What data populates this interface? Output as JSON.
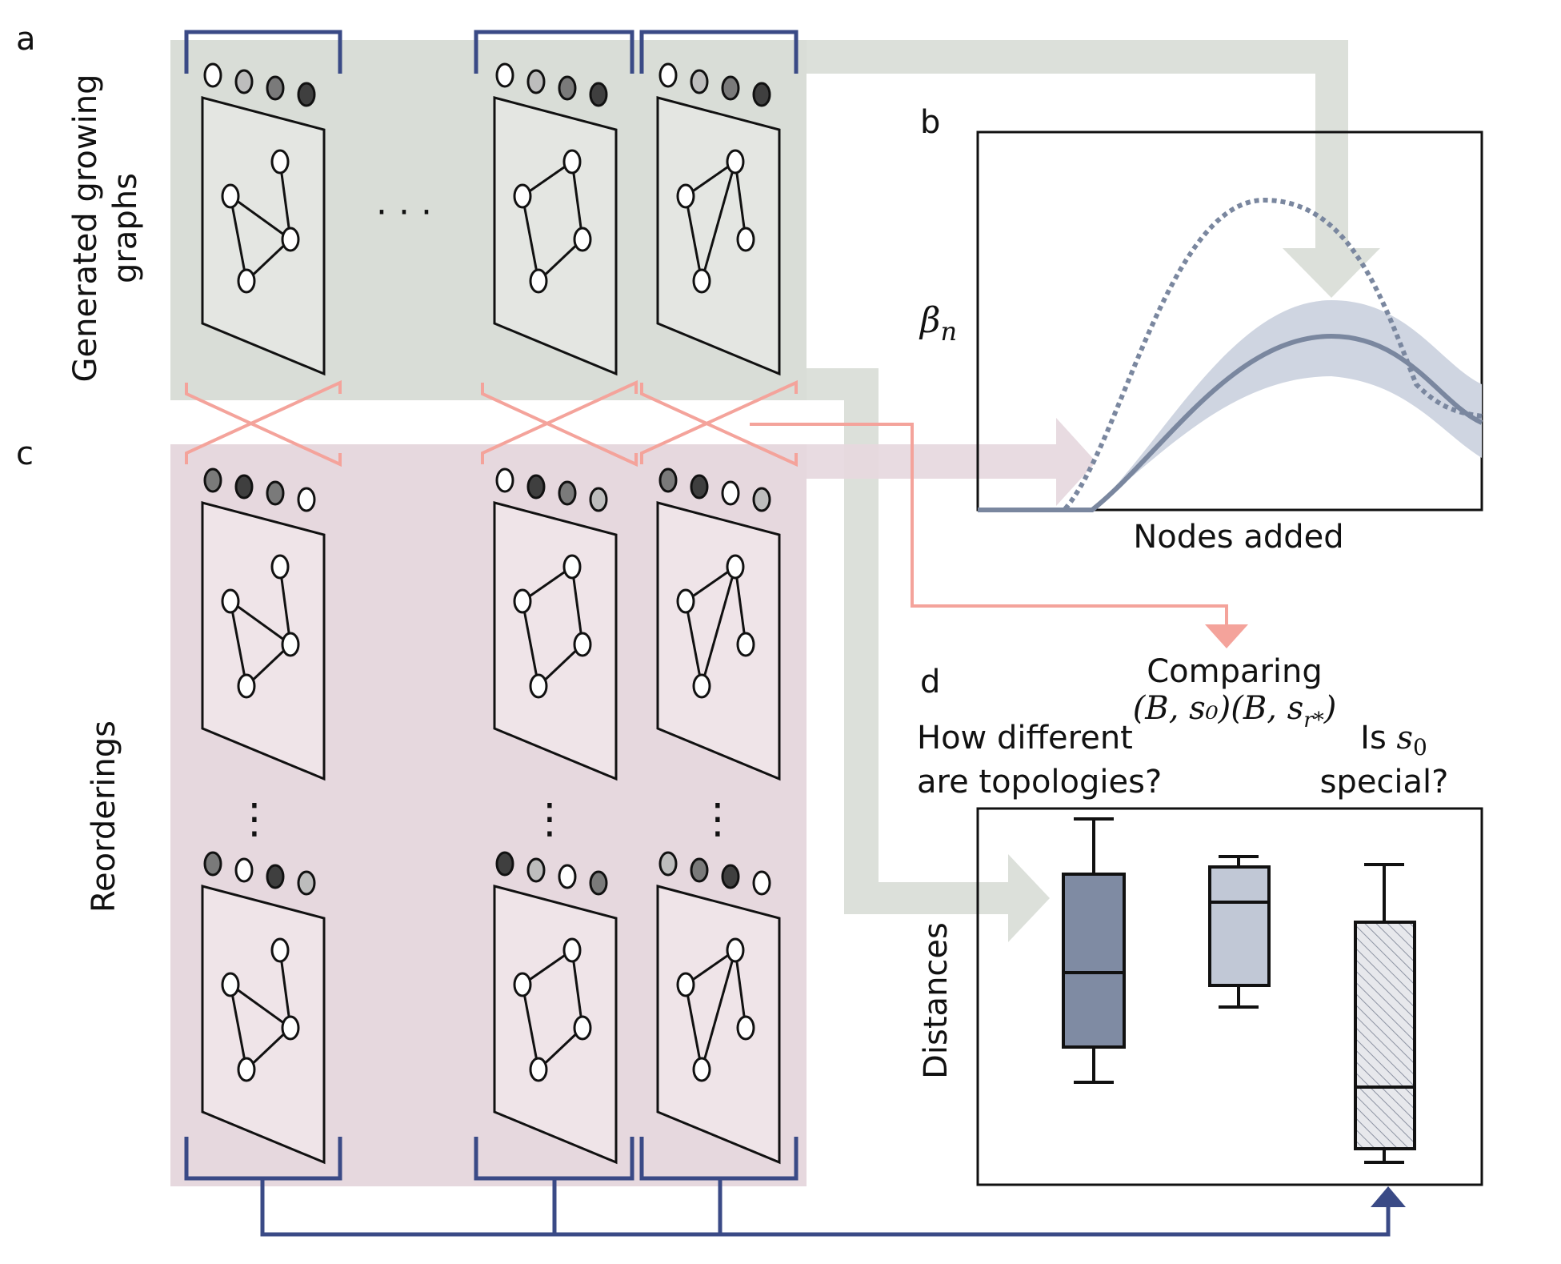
{
  "panels": {
    "a": "a",
    "b": "b",
    "c": "c",
    "d": "d"
  },
  "labels": {
    "generated_line1": "Generated growing",
    "generated_line2": "graphs",
    "reorderings": "Reorderings",
    "dots_h": "· · ·",
    "dots_v": "⋮"
  },
  "panel_b": {
    "ylabel_symbol": "β",
    "ylabel_subscript": "n",
    "xlabel": "Nodes added"
  },
  "panel_d": {
    "comparing": "Comparing",
    "pair1": "(B, s₀)",
    "pair2": "(B, s",
    "pair2_sub": "r*",
    "pair2_close": ")",
    "q1_line1": "How different",
    "q1_line2": "are topologies?",
    "q2_line1_prefix": "Is ",
    "q2_line1_sym": "s",
    "q2_line1_sub": "0",
    "q2_line2": "special?",
    "ylabel": "Distances"
  },
  "colors": {
    "green_panel": "#d9ddd7",
    "pink_panel": "#e6d8de",
    "navy": "#3a4a86",
    "salmon": "#f4a39b",
    "curve": "#7a879f",
    "band": "#cfd5e1",
    "box_dark": "#7f8ba3",
    "box_light": "#c1c8d6",
    "card_a": "#e4e6e2",
    "card_c": "#efe4e8"
  }
}
